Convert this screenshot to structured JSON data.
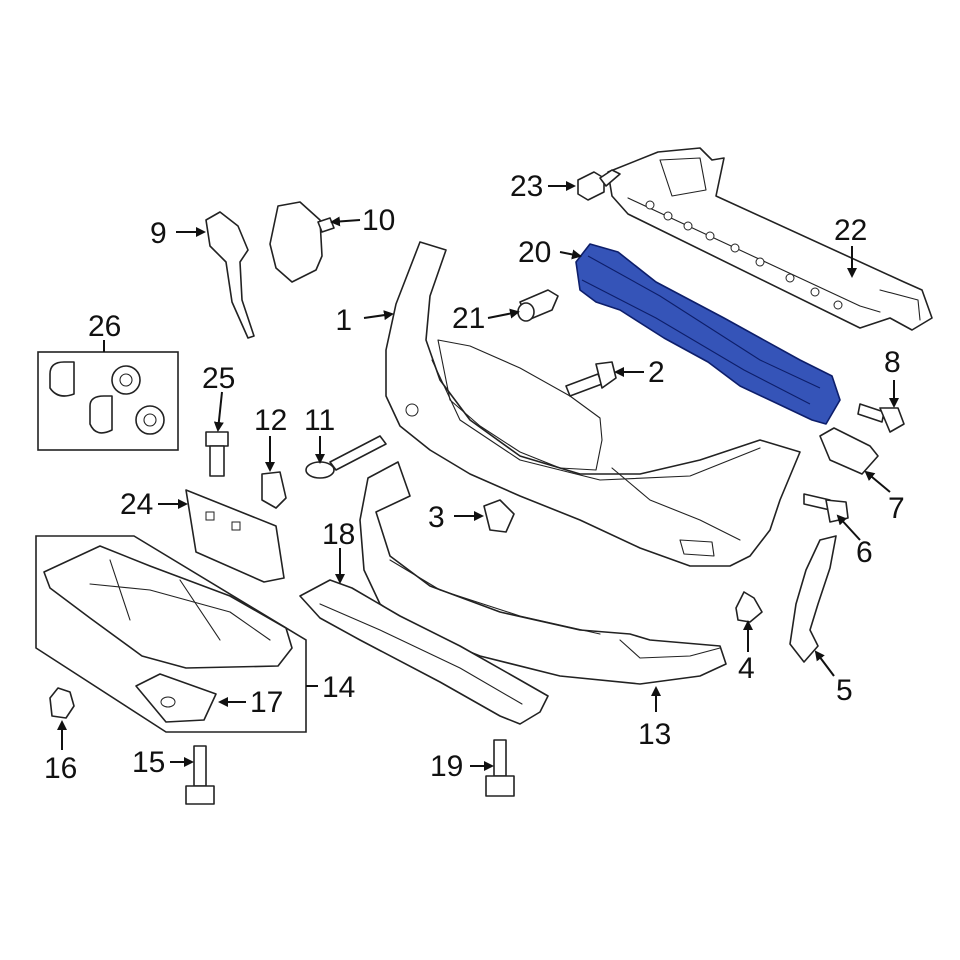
{
  "diagram": {
    "highlight_color": "#3554b8",
    "callouts": [
      {
        "id": "1",
        "text": "1"
      },
      {
        "id": "2",
        "text": "2"
      },
      {
        "id": "3",
        "text": "3"
      },
      {
        "id": "4",
        "text": "4"
      },
      {
        "id": "5",
        "text": "5"
      },
      {
        "id": "6",
        "text": "6"
      },
      {
        "id": "7",
        "text": "7"
      },
      {
        "id": "8",
        "text": "8"
      },
      {
        "id": "9",
        "text": "9"
      },
      {
        "id": "10",
        "text": "10"
      },
      {
        "id": "11",
        "text": "11"
      },
      {
        "id": "12",
        "text": "12"
      },
      {
        "id": "13",
        "text": "13"
      },
      {
        "id": "14",
        "text": "14"
      },
      {
        "id": "15",
        "text": "15"
      },
      {
        "id": "16",
        "text": "16"
      },
      {
        "id": "17",
        "text": "17"
      },
      {
        "id": "18",
        "text": "18"
      },
      {
        "id": "19",
        "text": "19"
      },
      {
        "id": "20",
        "text": "20"
      },
      {
        "id": "21",
        "text": "21"
      },
      {
        "id": "22",
        "text": "22"
      },
      {
        "id": "23",
        "text": "23"
      },
      {
        "id": "24",
        "text": "24"
      },
      {
        "id": "25",
        "text": "25"
      },
      {
        "id": "26",
        "text": "26"
      }
    ]
  }
}
